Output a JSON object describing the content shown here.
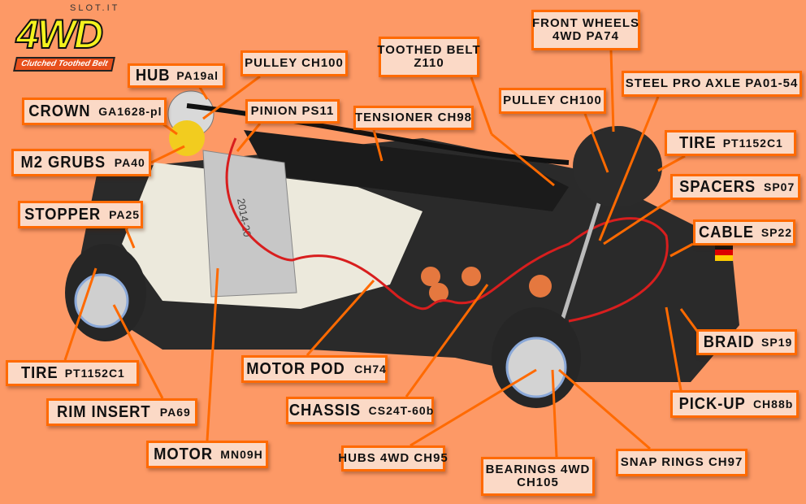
{
  "logo": {
    "brand": "SLOT.IT",
    "title": "4WD",
    "tagline": "Clutched Toothed Belt"
  },
  "labels": {
    "hub": {
      "name": "HUB",
      "code": "PA19al"
    },
    "pulley_rear": {
      "text": "PULLEY CH100"
    },
    "crown": {
      "name": "CROWN",
      "code": "GA1628-pl"
    },
    "pinion": {
      "text": "PINION PS11"
    },
    "tensioner": {
      "text": "TENSIONER CH98"
    },
    "toothed_belt": {
      "line1": "TOOTHED BELT",
      "line2": "Z110"
    },
    "front_wheels": {
      "line1": "FRONT WHEELS",
      "line2": "4WD PA74"
    },
    "steel_axle": {
      "text": "STEEL PRO AXLE PA01-54"
    },
    "pulley_front": {
      "text": "PULLEY CH100"
    },
    "tire_front": {
      "name": "TIRE",
      "code": "PT1152C1"
    },
    "spacers": {
      "name": "SPACERS",
      "code": "SP07"
    },
    "cable": {
      "name": "CABLE",
      "code": "SP22"
    },
    "m2_grubs": {
      "name": "M2 GRUBS",
      "code": "PA40"
    },
    "stopper": {
      "name": "STOPPER",
      "code": "PA25"
    },
    "braid": {
      "name": "BRAID",
      "code": "SP19"
    },
    "pickup": {
      "name": "PICK-UP",
      "code": "CH88b"
    },
    "tire_rear": {
      "name": "TIRE",
      "code": "PT1152C1"
    },
    "motor_pod": {
      "name": "MOTOR POD",
      "code": "CH74"
    },
    "rim_insert": {
      "name": "RIM INSERT",
      "code": "PA69"
    },
    "chassis": {
      "name": "CHASSIS",
      "code": "CS24T-60b"
    },
    "motor": {
      "name": "MOTOR",
      "code": "MN09H"
    },
    "hubs_4wd": {
      "text": "HUBS 4WD CH95"
    },
    "bearings": {
      "line1": "BEARINGS 4WD",
      "line2": "CH105"
    },
    "snap_rings": {
      "text": "SNAP RINGS CH97"
    }
  },
  "motor_stamp": "2014-20",
  "colors": {
    "background": "#fd9966",
    "accent": "#ff6a00",
    "label_bg": "#fbd9c6"
  }
}
